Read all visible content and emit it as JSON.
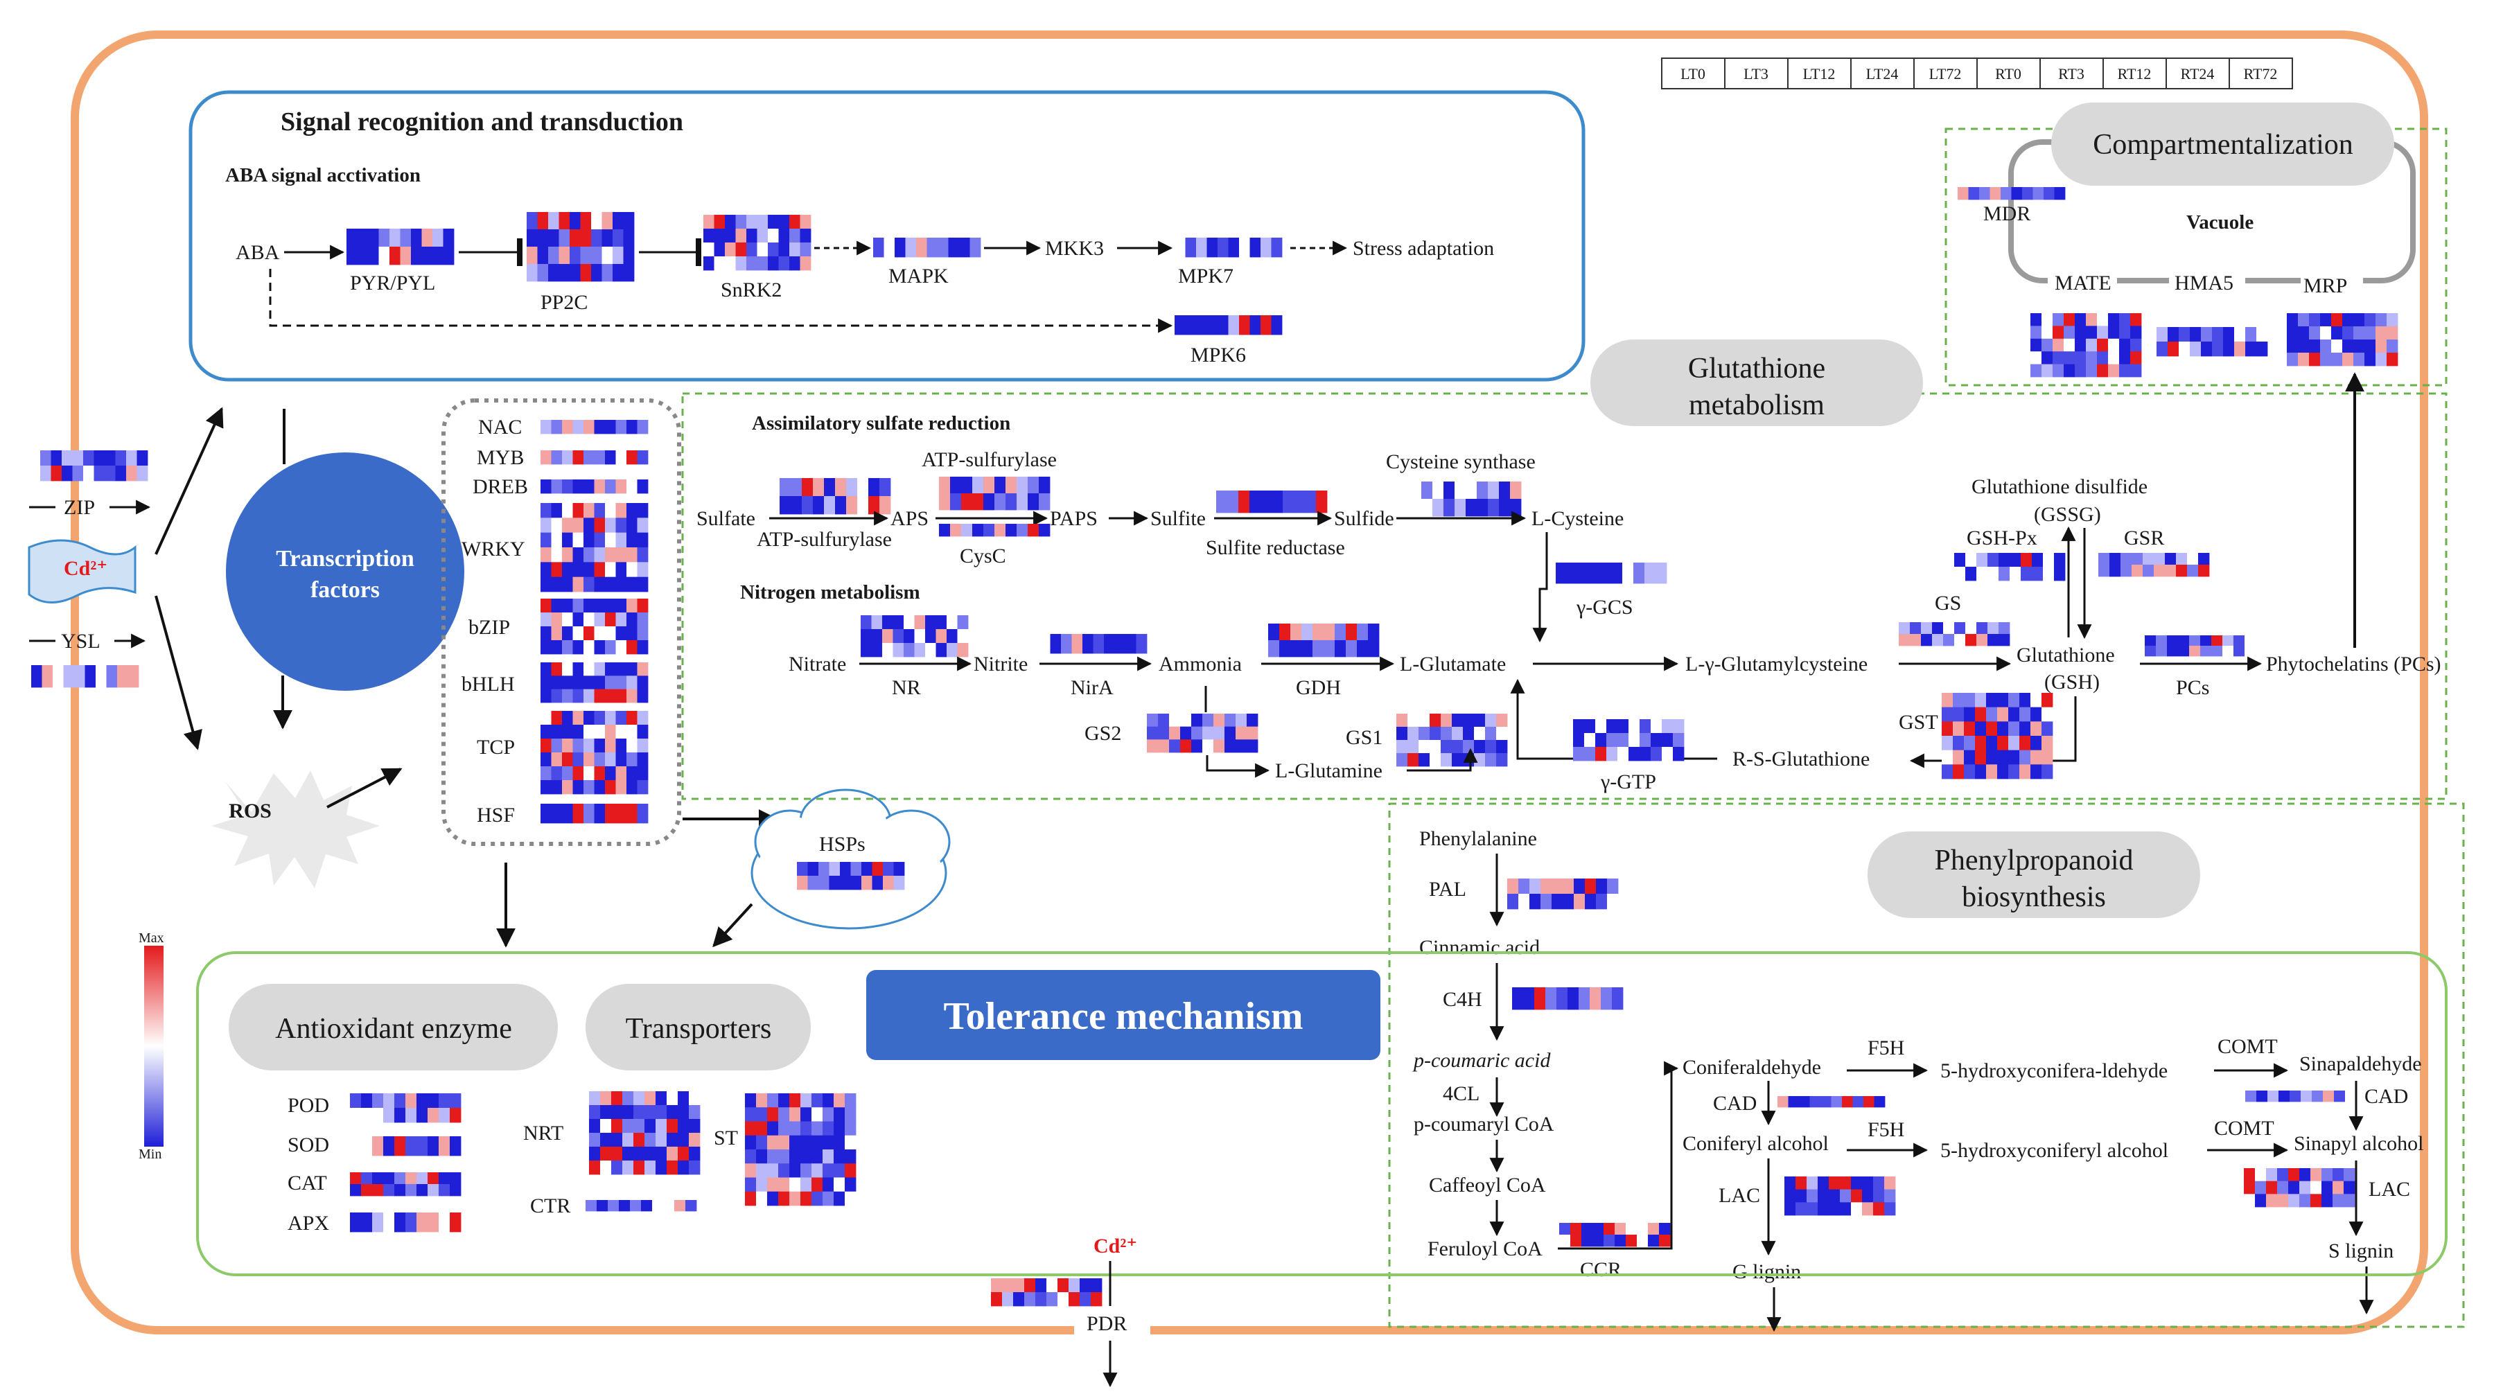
{
  "colors": {
    "cell_border": "#f2a56f",
    "signal_box": "#3d8bcd",
    "glutathione_dash": "#6ab04c",
    "tolerance_box": "#8cc968",
    "tf_circle": "#3b6bc9",
    "tolerance_banner": "#3b6bc9",
    "pill_gray": "#d9d9d9",
    "heat_max": "#e41a1c",
    "heat_mid": "#ffffff",
    "heat_min": "#1f1fd8",
    "cd_red": "#e31a1c"
  },
  "legend": {
    "max": "Max",
    "min": "Min"
  },
  "timepoints": [
    "LT0",
    "LT3",
    "LT12",
    "LT24",
    "LT72",
    "RT0",
    "RT3",
    "RT12",
    "RT24",
    "RT72"
  ],
  "signal": {
    "title": "Signal recognition and transduction",
    "subtitle": "ABA  signal acctivation",
    "aba": "ABA",
    "genes": [
      "PYR/PYL",
      "PP2C",
      "SnRK2",
      "MAPK",
      "MKK3",
      "MPK7",
      "MPK6"
    ],
    "stress": "Stress adaptation"
  },
  "uptake": {
    "zip": "ZIP",
    "ysl": "YSL",
    "cd": "Cd²⁺",
    "ros": "ROS",
    "tf_line1": "Transcription",
    "tf_line2": "factors"
  },
  "tf_families": [
    "NAC",
    "MYB",
    "DREB",
    "WRKY",
    "bZIP",
    "bHLH",
    "TCP",
    "HSF"
  ],
  "hsps": "HSPs",
  "compartment": {
    "title": "Compartmentalization",
    "vacuole": "Vacuole",
    "mdr": "MDR",
    "mate": "MATE",
    "hma5": "HMA5",
    "mrp": "MRP"
  },
  "glutathione": {
    "pill_line1": "Glutathione",
    "pill_line2": "metabolism",
    "sulfate_title": "Assimilatory sulfate reduction",
    "nitrogen_title": "Nitrogen metabolism",
    "labels": {
      "sulfate": "Sulfate",
      "atp_sulfurylase_top": "ATP-sulfurylase",
      "atp_sulfurylase_bottom": "ATP-sulfurylase",
      "aps": "APS",
      "papS": "PAPS",
      "cysc": "CysC",
      "sulfite": "Sulfite",
      "sulfite_reductase": "Sulfite reductase",
      "sulfide": "Sulfide",
      "cysteine_synthase": "Cysteine synthase",
      "l_cysteine": "L-Cysteine",
      "gamma_gcs": "γ-GCS",
      "nitrate": "Nitrate",
      "nr": "NR",
      "nitrite": "Nitrite",
      "nira": "NirA",
      "ammonia": "Ammonia",
      "gdh": "GDH",
      "gs2": "GS2",
      "gs1": "GS1",
      "l_glutamate": "L-Glutamate",
      "l_glutamine": "L-Glutamine",
      "gamma_gtp": "γ-GTP",
      "l_gamma": "L-γ-Glutamylcysteine",
      "rs_glut": "R-S-Glutathione",
      "gs": "GS",
      "gst": "GST",
      "glut_disulfide": "Glutathione disulfide",
      "gssg": "(GSSG)",
      "gsh_px": "GSH-Px",
      "gsr": "GSR",
      "glutathione": "Glutathione",
      "gsh": "(GSH)",
      "pcs": "PCs",
      "phytochelatins": "Phytochelatins (PCs)"
    }
  },
  "phenyl": {
    "pill_line1": "Phenylpropanoid",
    "pill_line2": "biosynthesis",
    "labels": {
      "phenylalanine": "Phenylalanine",
      "pal": "PAL",
      "cinnamic": "Cinnamic acid",
      "c4h": "C4H",
      "p_coumaric": "p-coumaric acid",
      "fourcl": "4CL",
      "p_coumaryl": "p-coumaryl CoA",
      "caffeoyl": "Caffeoyl CoA",
      "feruloyl": "Feruloyl CoA",
      "ccr": "CCR",
      "coniferaldehyde": "Coniferaldehyde",
      "cad1": "CAD",
      "coniferyl_alcohol": "Coniferyl alcohol",
      "lac1": "LAC",
      "g_lignin": "G lignin",
      "f5h1": "F5H",
      "hydroxyconiferaldehyde": "5-hydroxyconifera-ldehyde",
      "f5h2": "F5H",
      "hydroxyconiferyl": "5-hydroxyconiferyl alcohol",
      "comt1": "COMT",
      "comt2": "COMT",
      "sinapaldehyde": "Sinapaldehyde",
      "cad2": "CAD",
      "sinapyl": "Sinapyl alcohol",
      "lac2": "LAC",
      "s_lignin": "S lignin"
    }
  },
  "tolerance": {
    "banner": "Tolerance mechanism",
    "antioxidant": "Antioxidant enzyme",
    "transporters": "Transporters",
    "enzymes": [
      "POD",
      "SOD",
      "CAT",
      "APX"
    ],
    "nrt": "NRT",
    "st": "ST",
    "ctr": "CTR",
    "cd": "Cd²⁺",
    "pdr": "PDR"
  }
}
